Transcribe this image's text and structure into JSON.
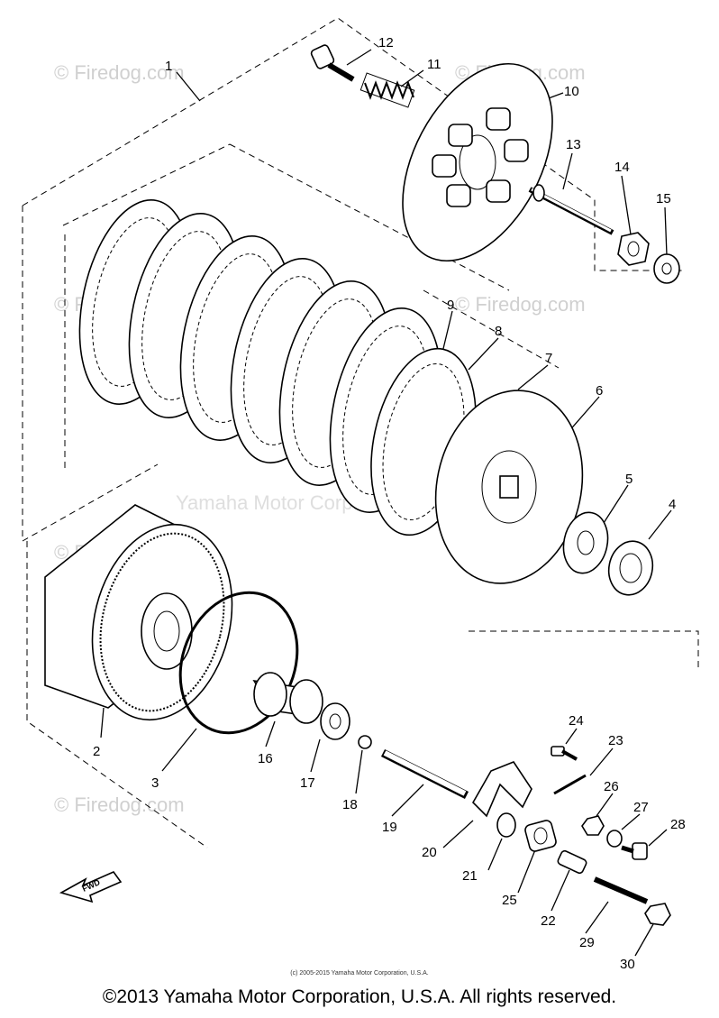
{
  "diagram": {
    "watermarks": [
      "© Firedog.com",
      "© Firedog.com",
      "© Firedog.com",
      "© Firedog.com",
      "© Firedog.com",
      "© Firedog.com"
    ],
    "center_watermark": "Yamaha Motor Corp., U.S.A.",
    "fwd_label": "FWD",
    "parts": [
      {
        "number": "1"
      },
      {
        "number": "2"
      },
      {
        "number": "3"
      },
      {
        "number": "4"
      },
      {
        "number": "5"
      },
      {
        "number": "6"
      },
      {
        "number": "7"
      },
      {
        "number": "8"
      },
      {
        "number": "9"
      },
      {
        "number": "10"
      },
      {
        "number": "11"
      },
      {
        "number": "12"
      },
      {
        "number": "13"
      },
      {
        "number": "14"
      },
      {
        "number": "15"
      },
      {
        "number": "16"
      },
      {
        "number": "17"
      },
      {
        "number": "18"
      },
      {
        "number": "19"
      },
      {
        "number": "20"
      },
      {
        "number": "21"
      },
      {
        "number": "22"
      },
      {
        "number": "23"
      },
      {
        "number": "24"
      },
      {
        "number": "25"
      },
      {
        "number": "26"
      },
      {
        "number": "27"
      },
      {
        "number": "28"
      },
      {
        "number": "29"
      },
      {
        "number": "30"
      }
    ]
  },
  "footer": {
    "small_credit": "(c) 2005-2015 Yamaha Motor Corporation, U.S.A.",
    "copyright": "©2013 Yamaha Motor Corporation, U.S.A. All rights reserved."
  }
}
